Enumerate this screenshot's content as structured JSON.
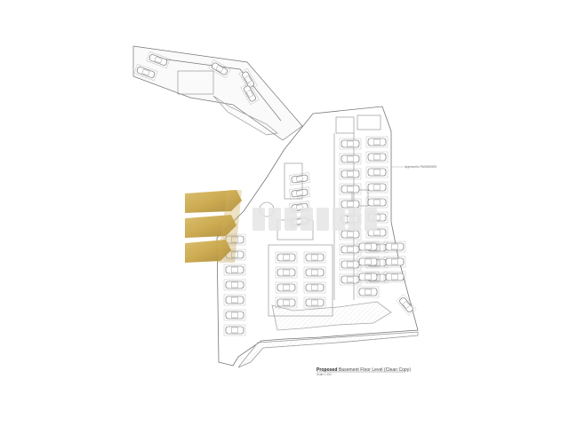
{
  "drawing": {
    "title_bold": "Proposed",
    "title_rest": "Basement Floor Level",
    "title_suffix": "(Clean Copy)",
    "scale": "Scale 1:100",
    "annotation": "Approved in PA/00000/00"
  },
  "watermark": {
    "brand_color": "#c9a648"
  },
  "colors": {
    "line": "#7a7a7a",
    "hatch": "#cfcfcf"
  }
}
